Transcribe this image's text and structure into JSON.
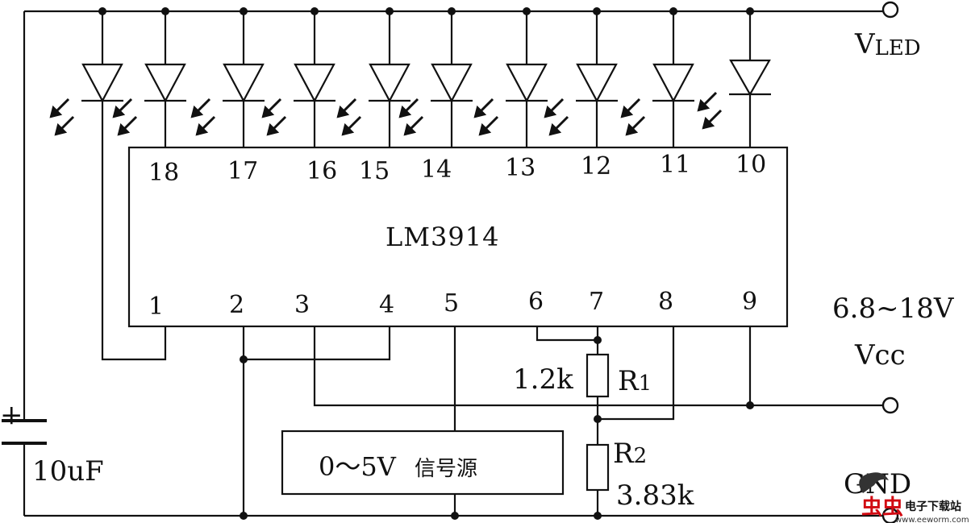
{
  "circuit": {
    "chip_label": "LM3914",
    "top_pins": [
      "18",
      "17",
      "16",
      "15",
      "14",
      "13",
      "12",
      "11",
      "10"
    ],
    "bottom_pins": [
      "1",
      "2",
      "3",
      "4",
      "5",
      "6",
      "7",
      "8",
      "9"
    ],
    "vled_label": "V",
    "vled_sub": "LED",
    "vcc_range": "6.8~18V",
    "vcc_label": "Vcc",
    "gnd_label": "GND",
    "r1_value": "1.2k",
    "r1_name": "R",
    "r1_sub": "1",
    "r2_name": "R",
    "r2_sub": "2",
    "r2_value": "3.83k",
    "cap_value": "10uF",
    "cap_polarity": "+",
    "signal_range": "0～5V",
    "signal_name": "信号源"
  },
  "watermark": {
    "site_name": "电子下载站",
    "url": "www.eeworm.com"
  }
}
